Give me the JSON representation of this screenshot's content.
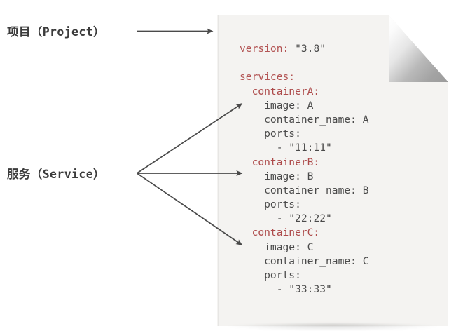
{
  "diagram": {
    "title_labels": {
      "project": "项目（Project）",
      "service": "服务（Service）"
    },
    "colors": {
      "page_background": "#f4f3f1",
      "canvas_background": "#ffffff",
      "yaml_key": "#b35454",
      "yaml_service_name": "#ad4a4a",
      "yaml_plain": "#4a4a4a",
      "arrow": "#4a4a4a",
      "label_text": "#3b3b3b"
    },
    "arrows": [
      {
        "name": "arrow-project",
        "from_label": "项目（Project）",
        "to_target": "yaml-document"
      },
      {
        "name": "arrow-service-a",
        "from_label": "服务（Service）",
        "to_target": "containerA"
      },
      {
        "name": "arrow-service-b",
        "from_label": "服务（Service）",
        "to_target": "containerB"
      },
      {
        "name": "arrow-service-c",
        "from_label": "服务（Service）",
        "to_target": "containerC"
      }
    ]
  },
  "yaml": {
    "lines": [
      {
        "indent": 0,
        "key": "version:",
        "value": " \"3.8\"",
        "style": "key"
      },
      {
        "indent": 0,
        "key": "",
        "value": "",
        "style": "blank"
      },
      {
        "indent": 0,
        "key": "services:",
        "value": "",
        "style": "key"
      },
      {
        "indent": 1,
        "key": "containerA:",
        "value": "",
        "style": "svcname"
      },
      {
        "indent": 2,
        "key": "image:",
        "value": " A",
        "style": "plain"
      },
      {
        "indent": 2,
        "key": "container_name:",
        "value": " A",
        "style": "plain"
      },
      {
        "indent": 2,
        "key": "ports:",
        "value": "",
        "style": "plain"
      },
      {
        "indent": 3,
        "key": "-",
        "value": " \"11:11\"",
        "style": "plain"
      },
      {
        "indent": 1,
        "key": "containerB:",
        "value": "",
        "style": "svcname"
      },
      {
        "indent": 2,
        "key": "image:",
        "value": " B",
        "style": "plain"
      },
      {
        "indent": 2,
        "key": "container_name:",
        "value": " B",
        "style": "plain"
      },
      {
        "indent": 2,
        "key": "ports:",
        "value": "",
        "style": "plain"
      },
      {
        "indent": 3,
        "key": "-",
        "value": " \"22:22\"",
        "style": "plain"
      },
      {
        "indent": 1,
        "key": "containerC:",
        "value": "",
        "style": "svcname"
      },
      {
        "indent": 2,
        "key": "image:",
        "value": " C",
        "style": "plain"
      },
      {
        "indent": 2,
        "key": "container_name:",
        "value": " C",
        "style": "plain"
      },
      {
        "indent": 2,
        "key": "ports:",
        "value": "",
        "style": "plain"
      },
      {
        "indent": 3,
        "key": "-",
        "value": " \"33:33\"",
        "style": "plain"
      }
    ],
    "raw": "version: \"3.8\"\n\nservices:\n  containerA:\n    image: A\n    container_name: A\n    ports:\n      - \"11:11\"\n  containerB:\n    image: B\n    container_name: B\n    ports:\n      - \"22:22\"\n  containerC:\n    image: C\n    container_name: C\n    ports:\n      - \"33:33\""
  }
}
